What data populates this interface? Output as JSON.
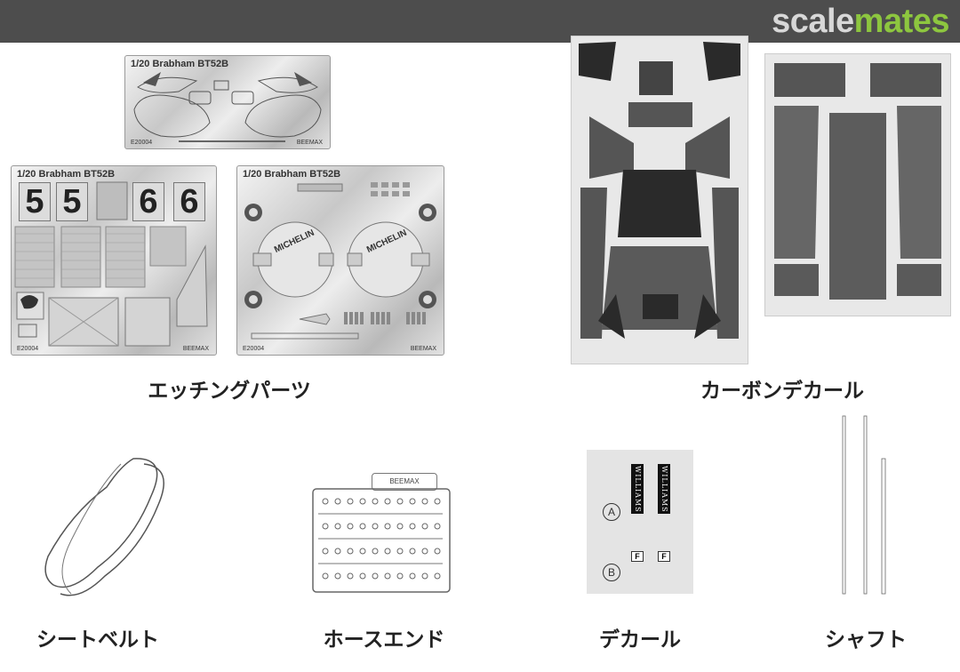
{
  "logo": {
    "part1": "scale",
    "part2": "mates",
    "color_part1": "#d8d8d8",
    "color_part2": "#8dc63f"
  },
  "photo_etch": {
    "label": "エッチングパーツ",
    "plates": [
      {
        "title": "1/20 Brabham BT52B",
        "code": "E20004",
        "maker": "BEEMAX"
      },
      {
        "title": "1/20 Brabham BT52B",
        "code": "E20004",
        "maker": "BEEMAX",
        "digits": [
          "5",
          "5",
          "6",
          "6"
        ]
      },
      {
        "title": "1/20 Brabham BT52B",
        "code": "E20004",
        "maker": "BEEMAX",
        "tire_text": "MICHELIN"
      }
    ]
  },
  "carbon_decal": {
    "label": "カーボンデカール"
  },
  "seatbelt": {
    "label": "シートベルト"
  },
  "hose_end": {
    "label": "ホースエンド",
    "maker": "BEEMAX"
  },
  "decal": {
    "label": "デカール",
    "tags": [
      "WILLIAMS",
      "WILLIAMS"
    ],
    "markers": [
      "A",
      "B"
    ],
    "fmark": "F"
  },
  "shaft": {
    "label": "シャフト"
  }
}
